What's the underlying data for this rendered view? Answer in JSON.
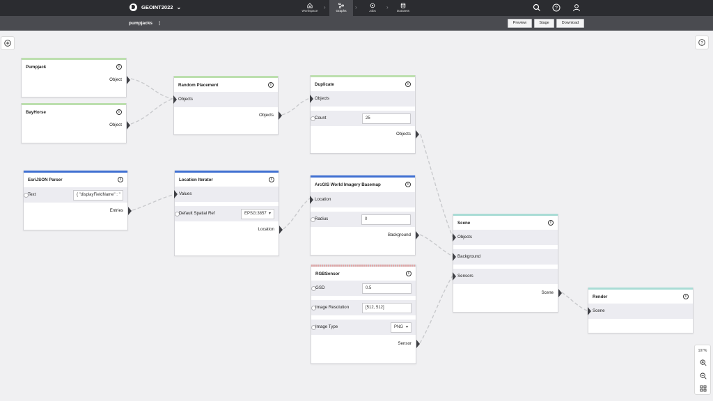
{
  "app": {
    "name": "GEOINT2022"
  },
  "nav": {
    "tabs": [
      "Workspace",
      "Graphs",
      "Jobs",
      "Datasets"
    ]
  },
  "project": {
    "name": "pumpjacks"
  },
  "toolbar": {
    "preview_label": "Preview",
    "stage_label": "Stage",
    "download_label": "Download"
  },
  "zoom": {
    "level": "107%"
  },
  "colors": {
    "green": "#bcdfae",
    "blue": "#3f6fd1",
    "teal": "#a9dcd5",
    "pink": "#e0a6a6",
    "topbar": "#2b2c30",
    "subbar": "#4a4b50"
  },
  "nodes": {
    "pumpjack": {
      "title": "Pumpjack",
      "out": "Object"
    },
    "bayhorse": {
      "title": "BayHorse",
      "out": "Object"
    },
    "random_placement": {
      "title": "Random Placement",
      "in_objects": "Objects",
      "out": "Objects"
    },
    "duplicate": {
      "title": "Duplicate",
      "in_objects": "Objects",
      "count_label": "Count",
      "count_value": "25",
      "out": "Objects"
    },
    "esrijson": {
      "title": "EsriJSON Parser",
      "text_label": "Text",
      "text_value": "{ \"displayFieldName\" : \"",
      "out": "Entries"
    },
    "location_iterator": {
      "title": "Location Iterator",
      "values_label": "Values",
      "spatial_label": "Default Spatial Ref",
      "spatial_value": "EPSG:3857",
      "out": "Location"
    },
    "arcgis": {
      "title": "ArcGIS World Imagery Basemap",
      "location_label": "Location",
      "radius_label": "Radius",
      "radius_value": "0",
      "out": "Background"
    },
    "rgbsensor": {
      "title": "RGBSensor",
      "gsd_label": "GSD",
      "gsd_value": "0.5",
      "res_label": "Image Resolution",
      "res_value": "[512, 512]",
      "type_label": "Image Type",
      "type_value": "PNG",
      "out": "Sensor"
    },
    "scene": {
      "title": "Scene",
      "objects_label": "Objects",
      "background_label": "Background",
      "sensors_label": "Sensors",
      "out": "Scene"
    },
    "render": {
      "title": "Render",
      "scene_label": "Scene"
    }
  }
}
